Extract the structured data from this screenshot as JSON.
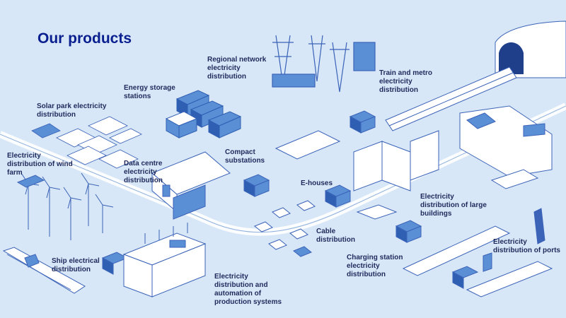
{
  "title": "Our products",
  "labels": {
    "regional_network": [
      "Regional network",
      "electricity",
      "distribution"
    ],
    "train_metro": [
      "Train and metro",
      "electricity",
      "distribution"
    ],
    "energy_storage": [
      "Energy storage",
      "stations"
    ],
    "solar_park": [
      "Solar park electricity",
      "distribution"
    ],
    "wind_farm": [
      "Electricity",
      "distribution of wind",
      "farm"
    ],
    "data_centre": [
      "Data centre",
      "electricity",
      "distribution"
    ],
    "compact_substations": [
      "Compact",
      "substations"
    ],
    "e_houses": [
      "E-houses"
    ],
    "large_buildings": [
      "Electricity",
      "distribution of large",
      "buildings"
    ],
    "cable_distribution": [
      "Cable",
      "distribution"
    ],
    "charging_station": [
      "Charging station",
      "electricity",
      "distribution"
    ],
    "ports": [
      "Electricity",
      "distribution of ports"
    ],
    "ship": [
      "Ship electrical",
      "distribution"
    ],
    "production": [
      "Electricity",
      "distribution and",
      "automation of",
      "production systems"
    ]
  },
  "colors": {
    "background": "#d7e7f7",
    "title": "#0a1f8f",
    "label": "#1f2a5c",
    "product_fill": "#5a8fd6",
    "product_dark": "#2f5fb3",
    "outline": "#3b63b8",
    "structure_fill": "#ffffff"
  }
}
